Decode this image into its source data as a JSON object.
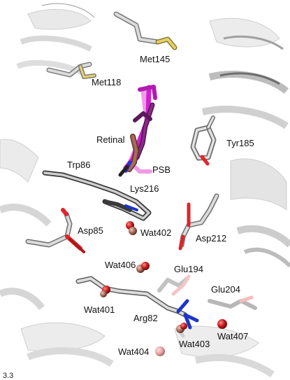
{
  "labels": {
    "met145": "Met145",
    "met118": "Met118",
    "retinal": "Retinal",
    "tyr185": "Tyr185",
    "psb": "PSB",
    "trp86": "Trp86",
    "lys216": "Lys216",
    "asp85": "Asp85",
    "wat402": "Wat402",
    "asp212": "Asp212",
    "wat406": "Wat406",
    "glu194": "Glu194",
    "glu204": "Glu204",
    "wat401": "Wat401",
    "arg82": "Arg82",
    "wat403": "Wat403",
    "wat407": "Wat407",
    "wat404": "Wat404",
    "panel_tag": "3.3"
  },
  "colors": {
    "helix": "#bdbdbd",
    "helix_dark": "#6e6e6e",
    "carbon": "#9a9a9a",
    "oxygen": "#e0242a",
    "nitrogen": "#1d35c8",
    "sulfur": "#e6d26a",
    "retinal_magenta": "#d21fd2",
    "retinal_purple": "#6a1b6a",
    "retinal_brown": "#9a6a52",
    "retinal_pink": "#f09be6",
    "water_red": "#cc1e1e",
    "water_brown": "#a86a5a"
  }
}
